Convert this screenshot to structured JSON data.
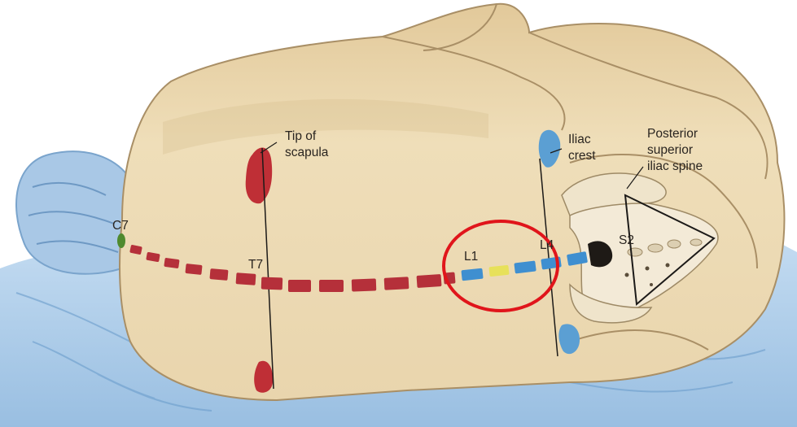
{
  "labels": {
    "tip_of_scapula": [
      "Tip of",
      "scapula"
    ],
    "iliac_crest": [
      "Iliac",
      "crest"
    ],
    "psis": [
      "Posterior",
      "superior",
      "iliac spine"
    ],
    "c7": "C7",
    "t7": "T7",
    "l1": "L1",
    "l4": "L4",
    "s2": "S2"
  },
  "colors": {
    "skin": "#eddbb4",
    "skin_shadow": "#d9c193",
    "sheet": "#9cc3e6",
    "sheet_dark": "#6fa1cf",
    "thoracic_vertebra": "#b5303a",
    "lumbar_vertebra": "#3f8fd0",
    "highlight_vertebra": "#e7e15a",
    "c7_marker": "#4f8a2e",
    "scapula_marker": "#bf2f36",
    "iliac_marker": "#5b9fd3",
    "sacrum_bone": "#f3ead7",
    "highlight_circle": "#e0151b"
  }
}
